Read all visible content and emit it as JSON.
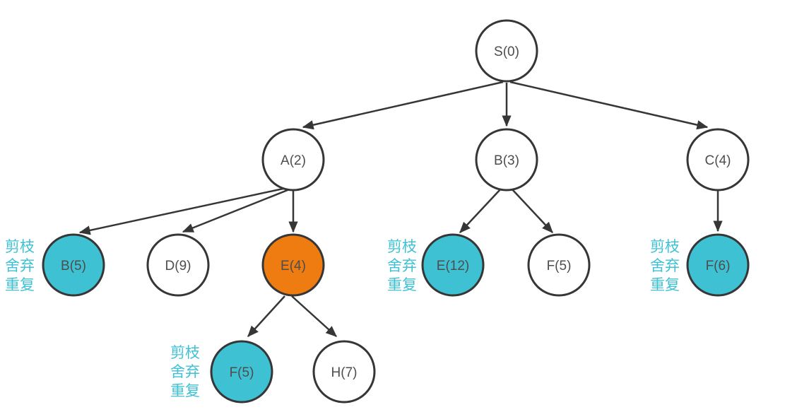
{
  "colors": {
    "node_fill_cyan": "#3EC1D3",
    "node_fill_orange": "#EF7C11",
    "node_fill_white": "#FFFFFF",
    "node_border": "#363636",
    "edge": "#363636",
    "node_text": "#4D4D4D",
    "note_text": "#3EC1D3"
  },
  "nodes": {
    "s0": {
      "label": "S(0)",
      "fill": "#FFFFFF"
    },
    "a2": {
      "label": "A(2)",
      "fill": "#FFFFFF"
    },
    "b3": {
      "label": "B(3)",
      "fill": "#FFFFFF"
    },
    "c4": {
      "label": "C(4)",
      "fill": "#FFFFFF"
    },
    "b5": {
      "label": "B(5)",
      "fill": "#3EC1D3"
    },
    "d9": {
      "label": "D(9)",
      "fill": "#FFFFFF"
    },
    "e4": {
      "label": "E(4)",
      "fill": "#EF7C11"
    },
    "e12": {
      "label": "E(12)",
      "fill": "#3EC1D3"
    },
    "f5_mid": {
      "label": "F(5)",
      "fill": "#FFFFFF"
    },
    "f6": {
      "label": "F(6)",
      "fill": "#3EC1D3"
    },
    "f5_bottom": {
      "label": "F(5)",
      "fill": "#3EC1D3"
    },
    "h7": {
      "label": "H(7)",
      "fill": "#FFFFFF"
    }
  },
  "edges": [
    {
      "from": "s0",
      "to": "a2"
    },
    {
      "from": "s0",
      "to": "b3"
    },
    {
      "from": "s0",
      "to": "c4"
    },
    {
      "from": "a2",
      "to": "b5"
    },
    {
      "from": "a2",
      "to": "d9"
    },
    {
      "from": "a2",
      "to": "e4"
    },
    {
      "from": "b3",
      "to": "e12"
    },
    {
      "from": "b3",
      "to": "f5_mid"
    },
    {
      "from": "c4",
      "to": "f6"
    },
    {
      "from": "e4",
      "to": "f5_bottom"
    },
    {
      "from": "e4",
      "to": "h7"
    }
  ],
  "prune_note": {
    "line1": "剪枝",
    "line2": "舍弃",
    "line3": "重复"
  },
  "annotated_nodes": [
    "b5",
    "e12",
    "f6",
    "f5_bottom"
  ]
}
